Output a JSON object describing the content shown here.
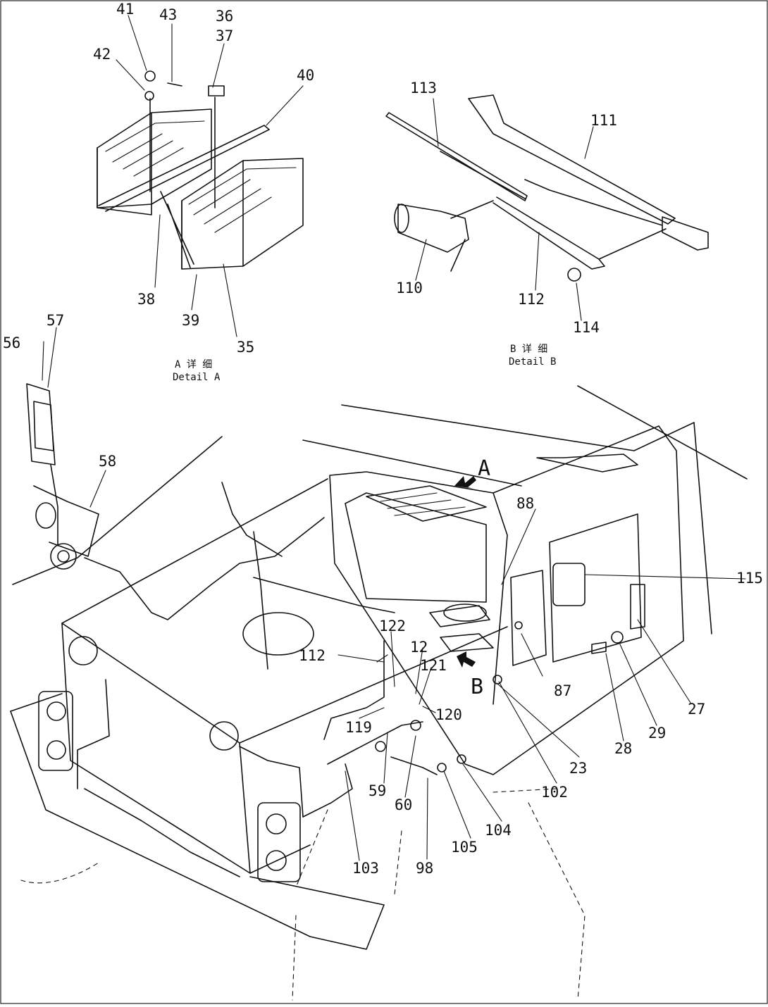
{
  "detail_a": {
    "title_cjk": "A 详 细",
    "title": "Detail A",
    "callouts": [
      "41",
      "43",
      "36",
      "37",
      "42",
      "40",
      "38",
      "39",
      "35"
    ]
  },
  "detail_b": {
    "title_cjk": "B 详 细",
    "title": "Detail B",
    "callouts": [
      "113",
      "111",
      "110",
      "112",
      "114"
    ]
  },
  "main_view": {
    "view_marker_a": "A",
    "view_marker_b": "B",
    "callouts": [
      "57",
      "56",
      "58",
      "88",
      "115",
      "122",
      "112",
      "12",
      "121",
      "87",
      "27",
      "29",
      "28",
      "119",
      "120",
      "59",
      "60",
      "23",
      "102",
      "104",
      "105",
      "103",
      "98"
    ]
  },
  "icons": {
    "view_arrow": "arrow-icon"
  }
}
